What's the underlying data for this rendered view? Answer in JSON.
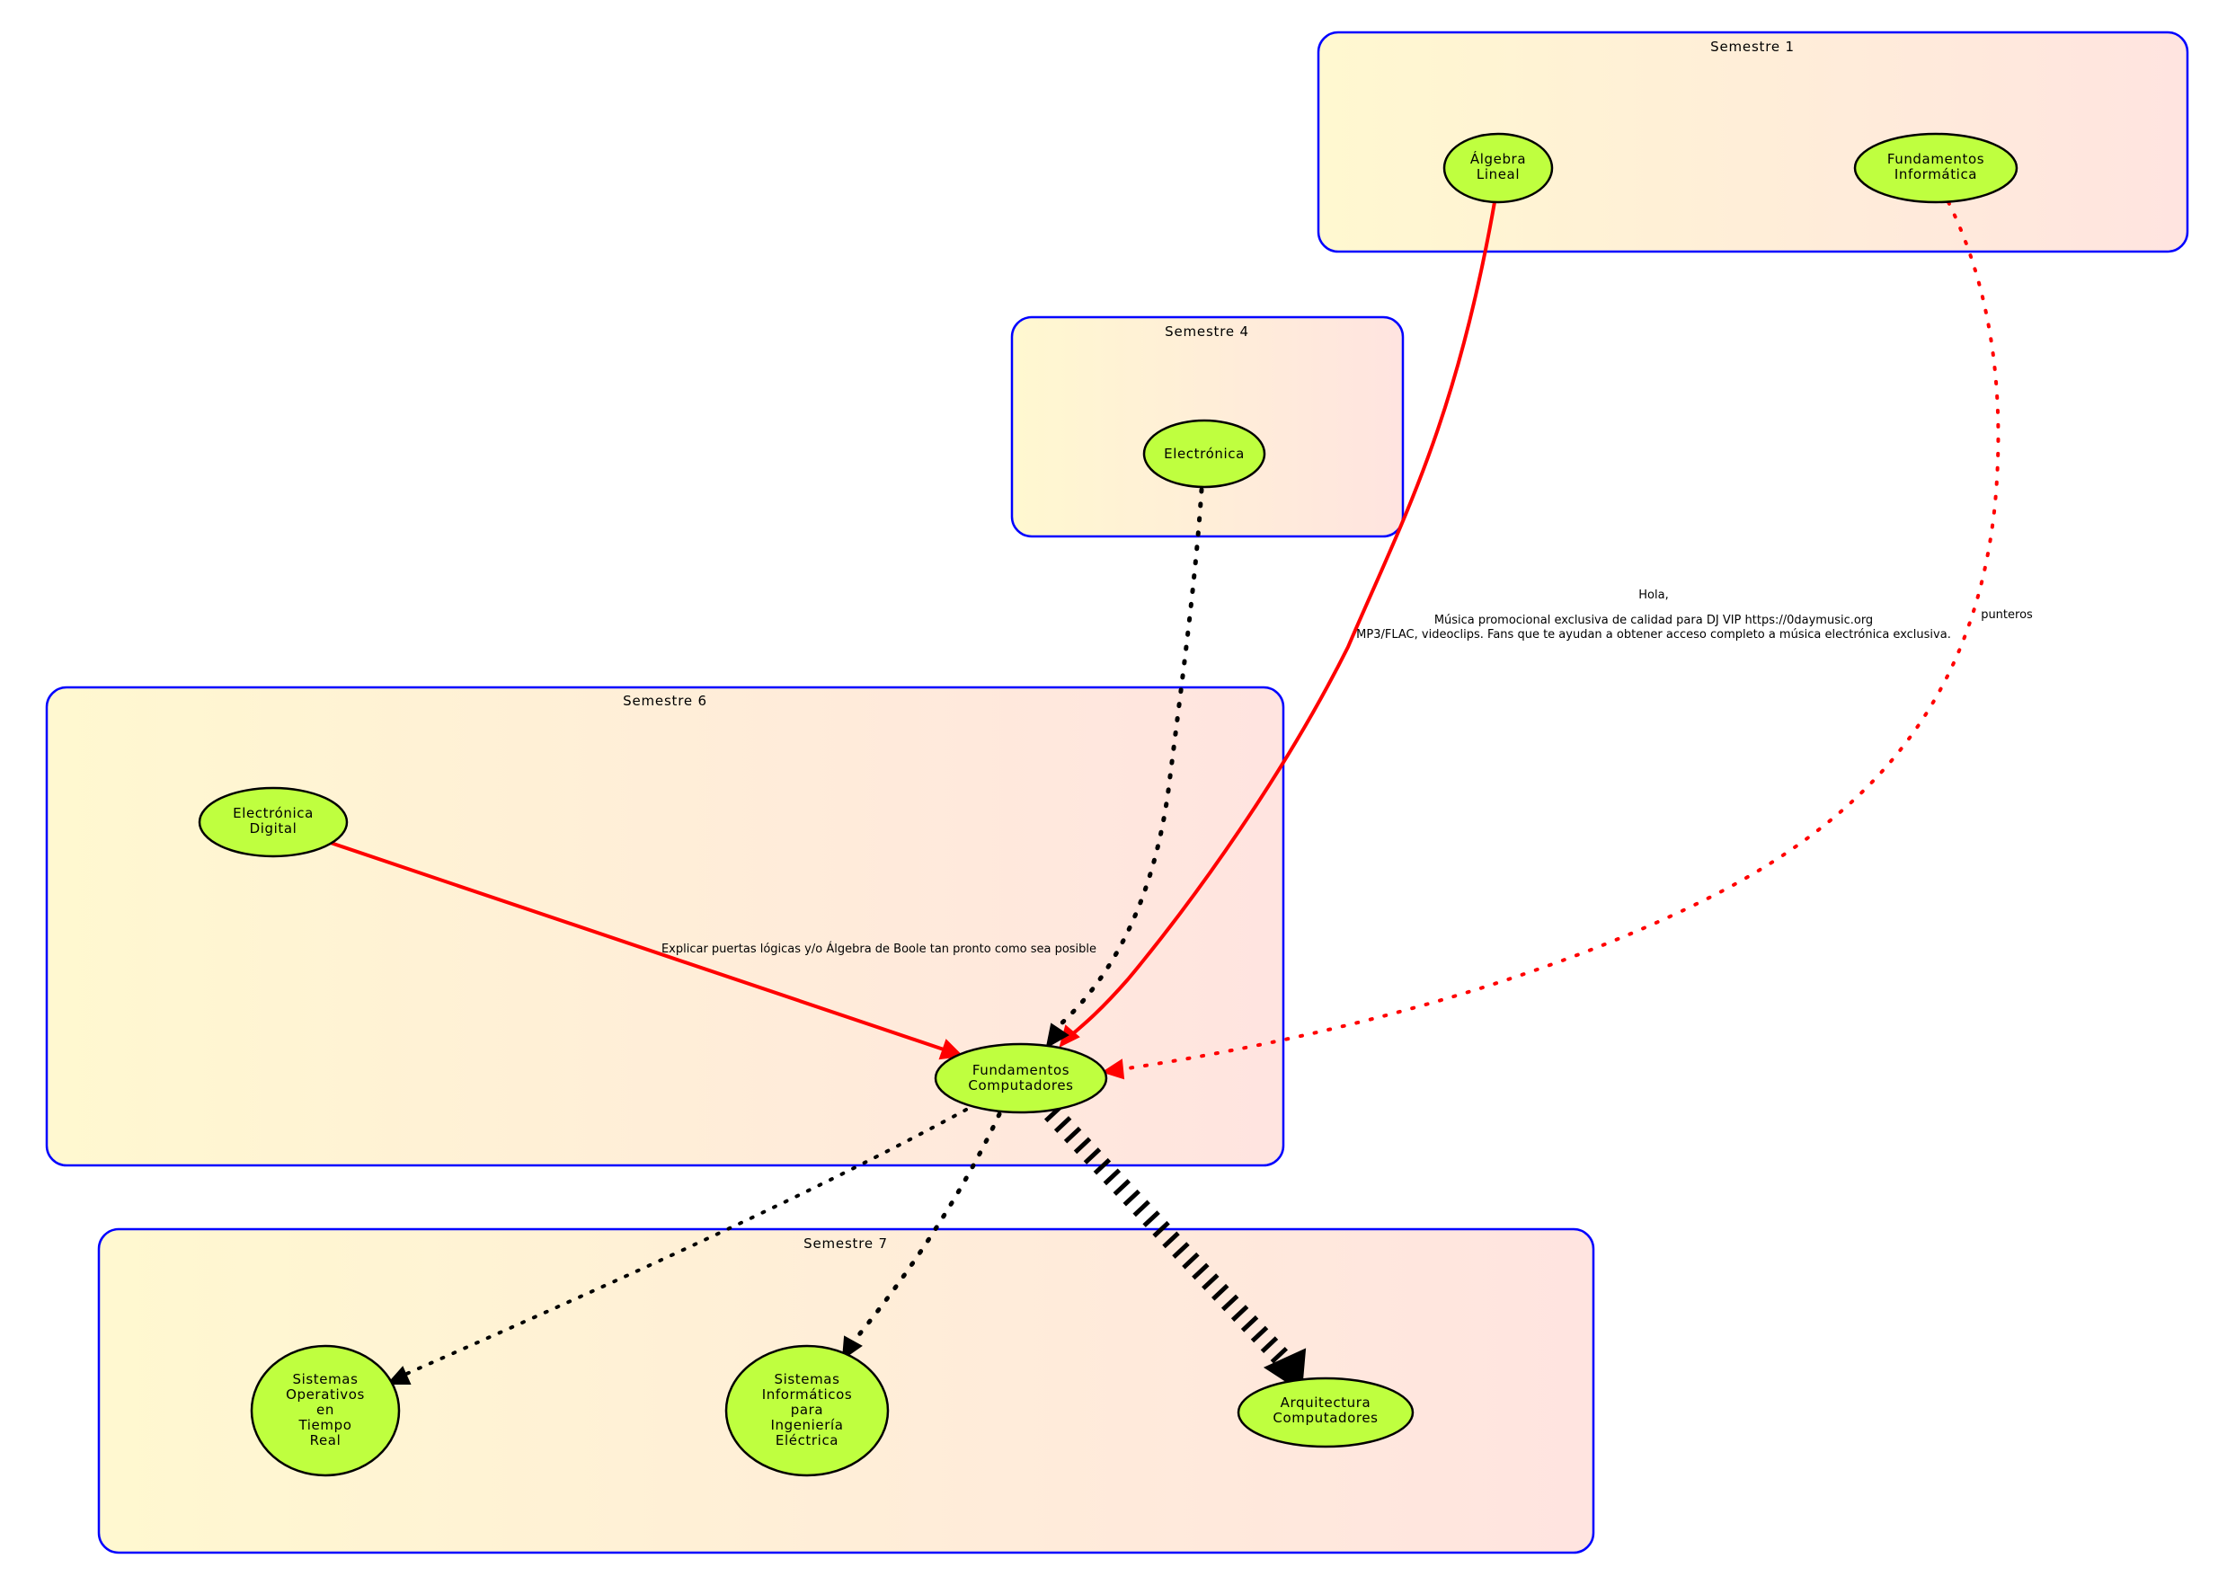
{
  "colors": {
    "cluster_border": "#0000ff",
    "cluster_fill_start": "#fff8d0",
    "cluster_fill_end": "#ffe4e0",
    "node_fill": "#bfff3f",
    "edge_red": "#ff0000",
    "edge_black": "#000000"
  },
  "clusters": {
    "s1": {
      "label": "Semestre 1"
    },
    "s4": {
      "label": "Semestre 4"
    },
    "s6": {
      "label": "Semestre 6"
    },
    "s7": {
      "label": "Semestre 7"
    }
  },
  "nodes": {
    "algebra": {
      "lines": [
        "Álgebra",
        "Lineal"
      ]
    },
    "fund_info": {
      "lines": [
        "Fundamentos",
        "Informática"
      ]
    },
    "electronica": {
      "lines": [
        "Electrónica"
      ]
    },
    "elec_digital": {
      "lines": [
        "Electrónica",
        "Digital"
      ]
    },
    "fund_comp": {
      "lines": [
        "Fundamentos",
        "Computadores"
      ]
    },
    "so_tr": {
      "lines": [
        "Sistemas",
        "Operativos",
        "en",
        "Tiempo",
        "Real"
      ]
    },
    "sist_inf": {
      "lines": [
        "Sistemas",
        "Informáticos",
        "para",
        "Ingeniería",
        "Eléctrica"
      ]
    },
    "arq_comp": {
      "lines": [
        "Arquitectura",
        "Computadores"
      ]
    }
  },
  "edges": {
    "algebra_fundcomp": {
      "style": "solid",
      "color": "red"
    },
    "fundinfo_fundcomp": {
      "style": "dotted",
      "color": "red",
      "label": "punteros"
    },
    "electronica_fundcomp": {
      "style": "dotted",
      "color": "black"
    },
    "elecdigital_fundcomp": {
      "style": "solid",
      "color": "red",
      "label": "Explicar puertas lógicas y/o Álgebra de Boole tan pronto como sea posible"
    },
    "fundcomp_sotr": {
      "style": "dotted",
      "color": "black"
    },
    "fundcomp_sistinf": {
      "style": "dotted",
      "color": "black"
    },
    "fundcomp_arqcomp": {
      "style": "hatched",
      "color": "black"
    }
  },
  "annotation": {
    "lines": [
      "Hola,",
      "",
      "Música promocional exclusiva de calidad para DJ VIP https://0daymusic.org",
      "MP3/FLAC, videoclips. Fans que te ayudan a obtener acceso completo a música electrónica exclusiva."
    ]
  }
}
